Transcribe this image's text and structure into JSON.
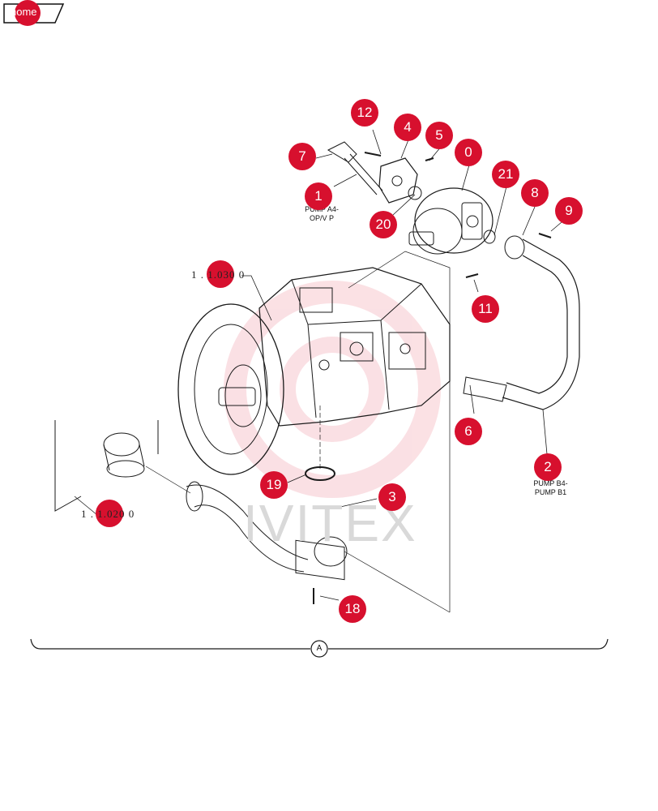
{
  "nav": {
    "home_label": "home"
  },
  "callouts": [
    {
      "id": "callout-12",
      "label": "12"
    },
    {
      "id": "callout-4",
      "label": "4"
    },
    {
      "id": "callout-5",
      "label": "5"
    },
    {
      "id": "callout-0",
      "label": "0"
    },
    {
      "id": "callout-7",
      "label": "7"
    },
    {
      "id": "callout-21",
      "label": "21"
    },
    {
      "id": "callout-8",
      "label": "8"
    },
    {
      "id": "callout-9",
      "label": "9"
    },
    {
      "id": "callout-1",
      "label": "1"
    },
    {
      "id": "callout-20",
      "label": "20"
    },
    {
      "id": "callout-11",
      "label": "11"
    },
    {
      "id": "callout-6",
      "label": "6"
    },
    {
      "id": "callout-2",
      "label": "2"
    },
    {
      "id": "callout-19",
      "label": "19"
    },
    {
      "id": "callout-3",
      "label": "3"
    },
    {
      "id": "callout-18",
      "label": "18"
    }
  ],
  "references": {
    "ref_upper": "1 . 1.030 0",
    "ref_lower": "1 . 1.020 0"
  },
  "labels": {
    "pump_a4_line1": "PUMP A4-",
    "pump_a4_line2": "OP/V P",
    "pump_b4_line1": "PUMP B4-",
    "pump_b4_line2": "PUMP B1",
    "section_marker": "A"
  },
  "watermark": "IVITEX",
  "colors": {
    "callout": "#d7102e",
    "line": "#1a1a1a",
    "watermark": "#f7c9cf"
  }
}
